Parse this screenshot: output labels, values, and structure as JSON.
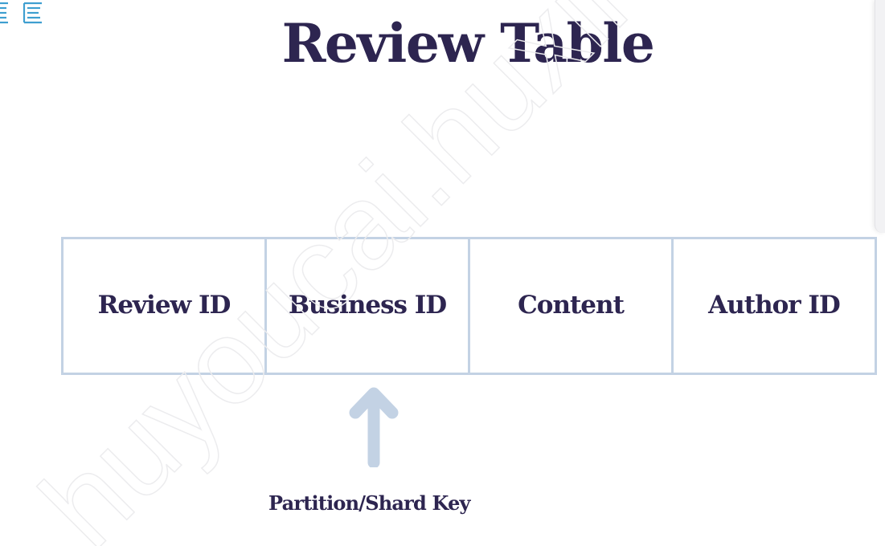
{
  "diagram": {
    "title": "Review Table",
    "columns": [
      {
        "label": "Review ID"
      },
      {
        "label": "Business ID"
      },
      {
        "label": "Content"
      },
      {
        "label": "Author ID"
      }
    ],
    "key_label": "Partition/Shard Key",
    "key_column": "Business ID"
  },
  "watermark": {
    "text": "huyoucai.huxin"
  },
  "colors": {
    "text": "#2d2550",
    "border": "#c3d2e4",
    "arrow": "#c3d2e4",
    "logo": "#3f9fd0"
  }
}
